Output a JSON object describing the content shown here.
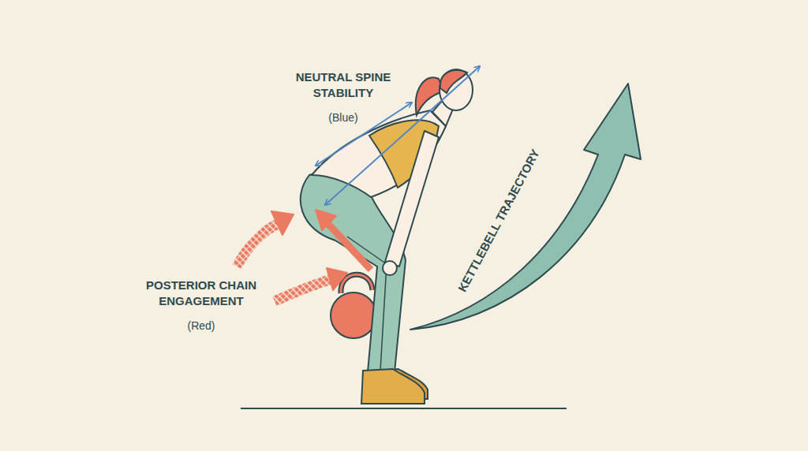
{
  "diagram": {
    "labels": [
      "NEUTRAL SPINE STABILITY",
      "(Blue)",
      "POSTERIOR CHAIN ENGAGEMENT",
      "(Red)",
      "KETTLEBELL TRAJECTORY"
    ]
  }
}
